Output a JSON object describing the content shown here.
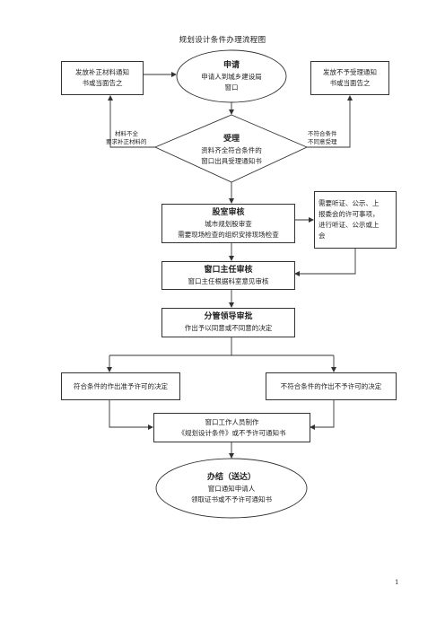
{
  "title": "规划设计条件办理流程图",
  "apply": {
    "heading": "申请",
    "line1": "申请人到城乡建设局",
    "line2": "窗口"
  },
  "supplement": {
    "line1": "发放补正材料通知",
    "line2": "书或当面告之"
  },
  "reject": {
    "line1": "发放不予受理通知",
    "line2": "书或当面告之"
  },
  "accept": {
    "heading": "受理",
    "line1": "资料齐全符合条件的",
    "line2": "窗口出具受理通知书"
  },
  "note_left": {
    "line1": "材料不全",
    "line2": "要求补正材料的"
  },
  "note_right": {
    "line1": "不符合条件",
    "line2": "不同意受理"
  },
  "section_review": {
    "heading": "股室审核",
    "line1": "城市规划股审查",
    "line2": "需要现场检查的组织安排现场检查"
  },
  "hearing": {
    "line1": "需要听证、公示、上",
    "line2": "报委会的许可事项，",
    "line3": "进行听证、公示或上",
    "line4": "会"
  },
  "window_review": {
    "heading": "窗口主任审核",
    "line1": "窗口主任根据科室意见审核"
  },
  "leader_approve": {
    "heading": "分管领导审批",
    "line1": "作出予以同意或不同意的决定"
  },
  "grant": {
    "text": "符合条件的作出准予许可的决定"
  },
  "deny": {
    "text": "不符合条件的作出不予许可的决定"
  },
  "produce": {
    "line1": "窗口工作人员制作",
    "line2": "《规划设计条件》或不予许可通知书"
  },
  "finish": {
    "heading": "办结（送达）",
    "line1": "窗口通知申请人",
    "line2": "领取证书或不予许可通知书"
  },
  "page_number": "1"
}
